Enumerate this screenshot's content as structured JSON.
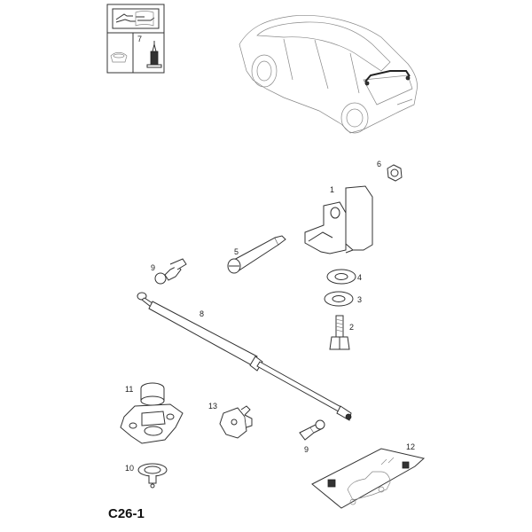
{
  "legend": {
    "quantity_label": "7"
  },
  "parts": [
    {
      "id": "hinge",
      "label": "1"
    },
    {
      "id": "bolt",
      "label": "2"
    },
    {
      "id": "washer-lower",
      "label": "3"
    },
    {
      "id": "washer-upper",
      "label": "4"
    },
    {
      "id": "pin",
      "label": "5"
    },
    {
      "id": "nut",
      "label": "6"
    },
    {
      "id": "gas-strut",
      "label": "8"
    },
    {
      "id": "ball-stud-upper",
      "label": "9"
    },
    {
      "id": "ball-stud-lower",
      "label": "9"
    },
    {
      "id": "label-plate",
      "label": "10"
    },
    {
      "id": "bracket",
      "label": "11"
    },
    {
      "id": "seal",
      "label": "12"
    },
    {
      "id": "clip",
      "label": "13"
    }
  ],
  "page_id": "C26-1"
}
